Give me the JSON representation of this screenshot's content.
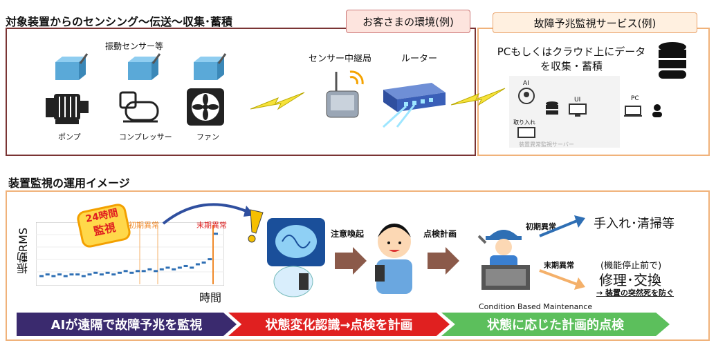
{
  "top": {
    "section_title": "対象装置からのセンシング〜伝送〜収集･蓄積",
    "customer_env_label": "お客さまの環境(例)",
    "service_label": "故障予兆監視サービス(例)",
    "vibration_sensor_label": "振動センサー等",
    "devices": [
      {
        "label": "ポンプ",
        "icon": "pump-icon"
      },
      {
        "label": "コンプレッサー",
        "icon": "compressor-icon"
      },
      {
        "label": "ファン",
        "icon": "fan-icon"
      }
    ],
    "relay_label": "センサー中継局",
    "router_label": "ルーター",
    "cloud_line1": "PCもしくはクラウド上にデータ",
    "cloud_line2": "を収集・蓄積",
    "server_ai": "AI",
    "server_ui": "UI",
    "server_pc": "PC",
    "server_intake": "取り入れ",
    "server_caption": "装置異常監視サーバー"
  },
  "bottom": {
    "section_title": "装置監視の運用イメージ",
    "badge_24": "24時間",
    "badge_watch": "監視",
    "early_anomaly": "初期異常",
    "late_anomaly": "末期異常",
    "y_axis_label": "振動RMS",
    "x_axis_label": "時間",
    "alert_label": "注意喚起",
    "plan_label": "点検計画",
    "early_label": "初期異常",
    "late_label": "末期異常",
    "action_early": "手入れ･清掃等",
    "action_late_pre": "(機能停止前で)",
    "action_late": "修理･交換",
    "action_late_note": "→ 装置の突然死を防ぐ",
    "cbm_label": "Condition Based Maintenance",
    "band1": "AIが遠隔で故障予兆を監視",
    "band2": "状態変化認識→点検を計画",
    "band3": "状態に応じた計画的点検"
  },
  "colors": {
    "border_brown": "#7a3434",
    "border_orange": "#f0b27a",
    "band_purple": "#3a2a6e",
    "band_red": "#e02020",
    "band_green": "#5cbf5c",
    "brown_arrow": "#8b5a4a",
    "series_blue": "#2e6fb4"
  },
  "chart_data": {
    "type": "scatter",
    "title": "",
    "xlabel": "時間",
    "ylabel": "振動RMS",
    "annotations": [
      "初期異常",
      "末期異常"
    ],
    "series": [
      {
        "values": [
          0.05,
          0.06,
          0.05,
          0.06,
          0.05,
          0.06,
          0.06,
          0.05,
          0.06,
          0.07,
          0.06,
          0.07,
          0.06,
          0.07,
          0.08,
          0.07,
          0.08,
          0.08,
          0.09,
          0.08,
          0.09,
          0.1,
          0.09,
          0.1,
          0.11,
          0.1,
          0.12,
          0.13,
          0.15,
          0.3
        ]
      }
    ]
  }
}
